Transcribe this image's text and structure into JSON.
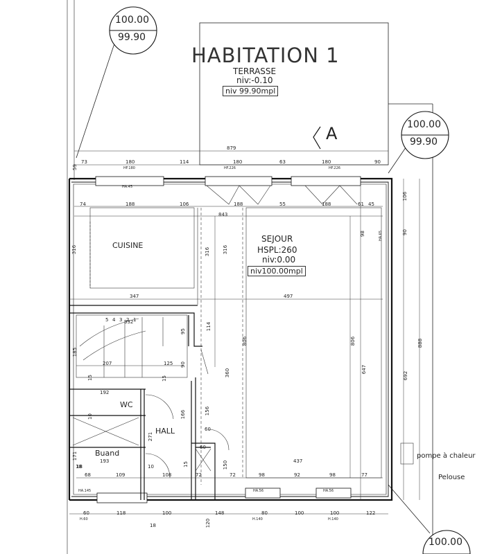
{
  "title": "HABITATION 1",
  "terrace": {
    "name": "TERRASSE",
    "level": "niv:-0.10",
    "level_box": "niv 99.90mpl"
  },
  "north_marker": "A",
  "level_marks": [
    {
      "top": "100.00",
      "bottom": "99.90"
    },
    {
      "top": "100.00",
      "bottom": "99.90"
    },
    {
      "top": "100.00",
      "bottom": ""
    }
  ],
  "rooms": {
    "cuisine": "CUISINE",
    "sejour": "SEJOUR",
    "sejour_hspl": "HSPL:260",
    "sejour_level": "niv:0.00",
    "sejour_level_box": "niv100.00mpl",
    "wc": "WC",
    "hall": "HALL",
    "buand": "Buand"
  },
  "notes": {
    "heat_pump": "pompe à chaleur",
    "lawn": "Pelouse"
  },
  "dims_top_overall": "879",
  "dims_top": [
    "73",
    "180",
    "114",
    "180",
    "63",
    "180",
    "90"
  ],
  "dim_top_left_small": "59",
  "window_tags_top": [
    "HF.180",
    "HF.226",
    "HF.226"
  ],
  "wall_tag_top": "HA.45",
  "dims_row2": [
    "74",
    "188",
    "106",
    "188",
    "55",
    "188",
    "61",
    "45"
  ],
  "dim_843": "843",
  "dims_row3": [
    "347",
    "497"
  ],
  "stair_labels": [
    "5",
    "4",
    "3",
    "2",
    "1"
  ],
  "dims_hall": [
    "332",
    "207",
    "125",
    "192",
    "193",
    "437"
  ],
  "dims_bottom_row": [
    "18",
    "68",
    "109",
    "10",
    "108",
    "72",
    "72",
    "98",
    "92",
    "98",
    "77"
  ],
  "dims_bottom": [
    "60",
    "118",
    "100",
    "148",
    "80",
    "100",
    "100",
    "122"
  ],
  "window_tags_bottom": [
    "HA.145",
    "HA.56",
    "HA.56"
  ],
  "door_tags_bottom": [
    "H.60",
    "H.140",
    "H.140"
  ],
  "dims_vertical": [
    "316",
    "316",
    "316",
    "98",
    "114",
    "95",
    "90",
    "360",
    "806",
    "806",
    "647",
    "692",
    "888",
    "106",
    "90",
    "156",
    "60",
    "166",
    "271",
    "185",
    "15",
    "10",
    "60",
    "150",
    "18",
    "171",
    "15",
    "120",
    "15",
    "18"
  ],
  "side_tag_right": "HA.65"
}
